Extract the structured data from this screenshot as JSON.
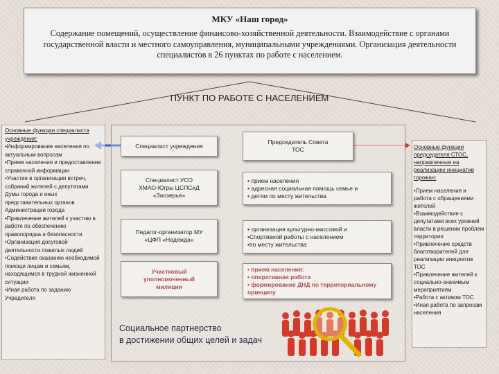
{
  "header": {
    "title": "МКУ «Наш город»",
    "description": "Содержание помещений, осуществление финансово-хозяйственной деятельности. Взаимодействие с органами государственной власти и местного самоуправления, муниципальными учреждениями. Организация деятельности специалистов в 26 пунктах по работе с населением."
  },
  "subtitle": "ПУНКТ ПО РАБОТЕ С НАСЕЛЕНИЕМ",
  "left_panel": {
    "heading": "Основные функции специалиста учреждения:",
    "items": [
      "•Информирование населения по актуальным вопросам",
      "•Прием населения и предоставление справочной информации",
      "•Участие в организации встреч, собраний жителей с депутатами Думы города и иных представительных органов Администрации города",
      "•Привлечение жителей к участию в работе по обеспечению правопорядка и безопасности",
      "•Организация досуговой деятельности пожилых людей",
      "•Содействие оказанию необходимой помощи лицам и семьям, находящимся в трудной жизненной ситуации",
      "•Иная работа по заданию Учредителя"
    ]
  },
  "right_panel": {
    "heading": "Основные функции председателя СТОС, направленные на реализацию инициатив горожан:",
    "items": [
      "•Прием населения и работа с обращениями жителей",
      "•Взаимодействие с депутатами всех уровней власти в решении проблем территории",
      "•Привлечение средств благотворителей для реализации инициатив ТОС",
      "•Привлечение жителей к социально-значимым мероприятиям",
      "•Работа с активом ТОС",
      "•Иная работа по запросам населения"
    ]
  },
  "roles": [
    {
      "label": "Специалист учреждения"
    },
    {
      "label": "Председатель Совета ТОС"
    },
    {
      "label": "Специалист УСО ХМАО-Югры ЦСПСиД «Заозерье»"
    },
    {
      "label": "Педагог-организатор МУ «ЦФП «Надежда»"
    },
    {
      "label": "Участковый уполномоченный милиции"
    }
  ],
  "duties": [
    {
      "lines": [
        "• прием населения",
        "• адресная социальная помощь семье и",
        "• детям по месту жительства"
      ]
    },
    {
      "lines": [
        "• организация культурно-массовой и",
        "•Спортивной работы с населением",
        "•по месту жительства"
      ]
    },
    {
      "lines": [
        "• прием населения:",
        "• оперативная работа",
        "• формирование ДНД по территориальному принципу"
      ]
    }
  ],
  "social": {
    "line1": "Социальное партнерство",
    "line2": "в достижении общих целей и задач"
  },
  "colors": {
    "background": "#e4ddd6",
    "box_fill": "#f3f1ee",
    "red_text": "#b04a4a",
    "people": "#d33a2a",
    "magnifier": "#e0b400",
    "arrow_blue": "#2c5fc7",
    "arrow_red": "#c0392b"
  }
}
